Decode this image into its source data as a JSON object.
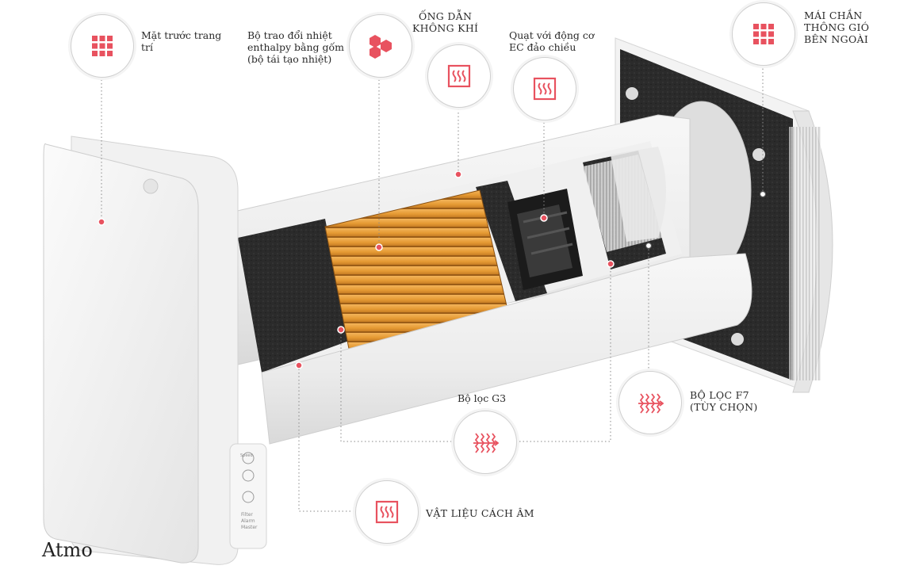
{
  "brand": "Atmo",
  "accent_color": "#e8525f",
  "callouts": {
    "front_panel": {
      "lines": [
        "Mặt trước trang",
        "trí"
      ],
      "icon": "grid-icon"
    },
    "heat_exchanger": {
      "lines": [
        "Bộ trao đổi nhiệt",
        "enthalpy bằng gốm",
        "(bộ tái tạo nhiệt)"
      ],
      "icon": "honeycomb-icon"
    },
    "air_duct": {
      "lines": [
        "ỐNG DẪN",
        "KHÔNG KHÍ"
      ],
      "icon": "heat-waves-icon"
    },
    "fan": {
      "lines": [
        "Quạt với động cơ",
        "EC đảo chiều"
      ],
      "icon": "heat-waves-icon"
    },
    "outer_hood": {
      "lines": [
        "MÁI CHẮN",
        "THÔNG GIÓ",
        "BÊN NGOÀI"
      ],
      "icon": "grid-icon"
    },
    "filter_f7": {
      "lines": [
        "BỘ LỌC F7",
        "(TÙY CHỌN)"
      ],
      "icon": "filter-icon"
    },
    "filter_g3": {
      "lines": [
        "Bộ lọc G3"
      ],
      "icon": "filter-icon"
    },
    "insulation": {
      "lines": [
        "VẬT LIỆU CÁCH ÂM"
      ],
      "icon": "heat-waves-icon"
    }
  },
  "control_panel": {
    "items": [
      "Speed",
      "Filter",
      "Alarm",
      "Master"
    ]
  }
}
